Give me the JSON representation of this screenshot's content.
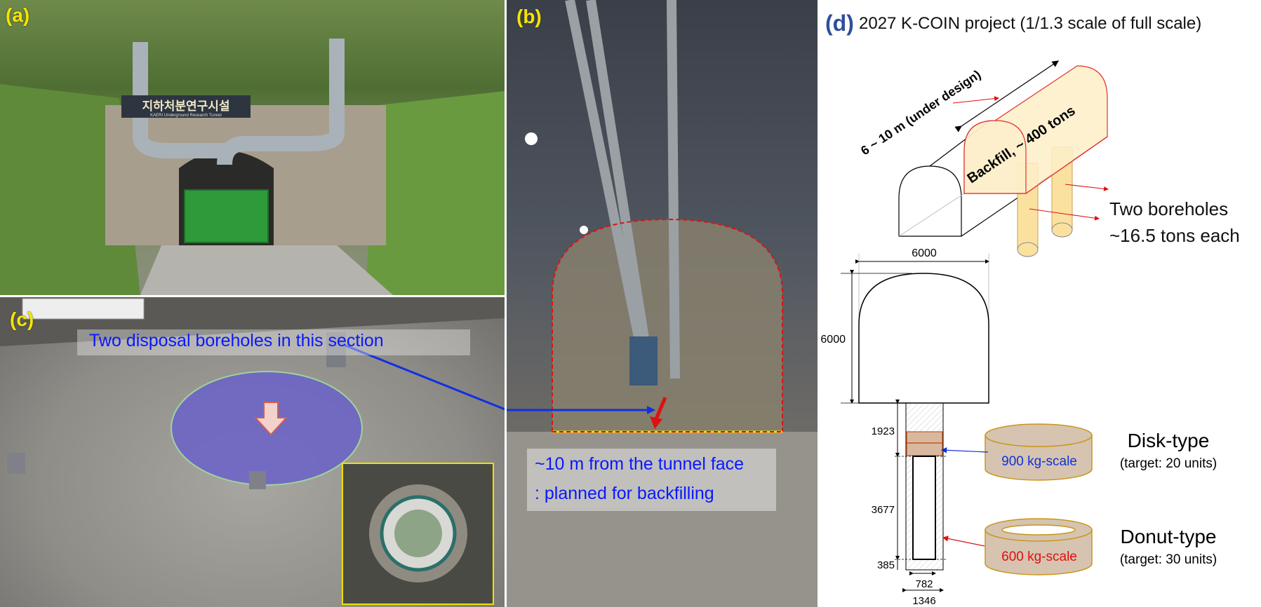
{
  "panel_a": {
    "label": "(a)",
    "sign_korean": "지하처분연구시설",
    "sign_english": "KAERI Underground Research Tunnel"
  },
  "panel_b": {
    "label": "(b)",
    "caption_line1": "~10 m from the tunnel face",
    "caption_line2": ": planned for backfilling"
  },
  "panel_c": {
    "label": "(c)",
    "caption": "Two disposal boreholes in this section"
  },
  "panel_d": {
    "label": "(d)",
    "title": "2027 K-COIN project (1/1.3 scale of full scale)",
    "length_note": "6 ~ 10 m (under design)",
    "backfill_note": "Backfill, ~ 400 tons",
    "boreholes_line1": "Two boreholes",
    "boreholes_line2": "~16.5 tons each",
    "dims": {
      "tunnel_width": "6000",
      "tunnel_height": "6000",
      "upper_depth": "1923",
      "mid_depth": "3677",
      "bottom_depth": "385",
      "inner_diameter": "782",
      "outer_diameter": "1346"
    },
    "disk": {
      "scale": "900 kg-scale",
      "name": "Disk-type",
      "target": "(target: 20 units)"
    },
    "donut": {
      "scale": "600 kg-scale",
      "name": "Donut-type",
      "target": "(target: 30 units)"
    }
  },
  "colors": {
    "label_yellow": "#f5e400",
    "label_blue": "#2f4f9a",
    "caption_blue": "#0a18ff",
    "backfill_fill": "#fdefc8",
    "buffer_fill": "#d6c4b0",
    "buffer_stroke": "#c8961a"
  }
}
